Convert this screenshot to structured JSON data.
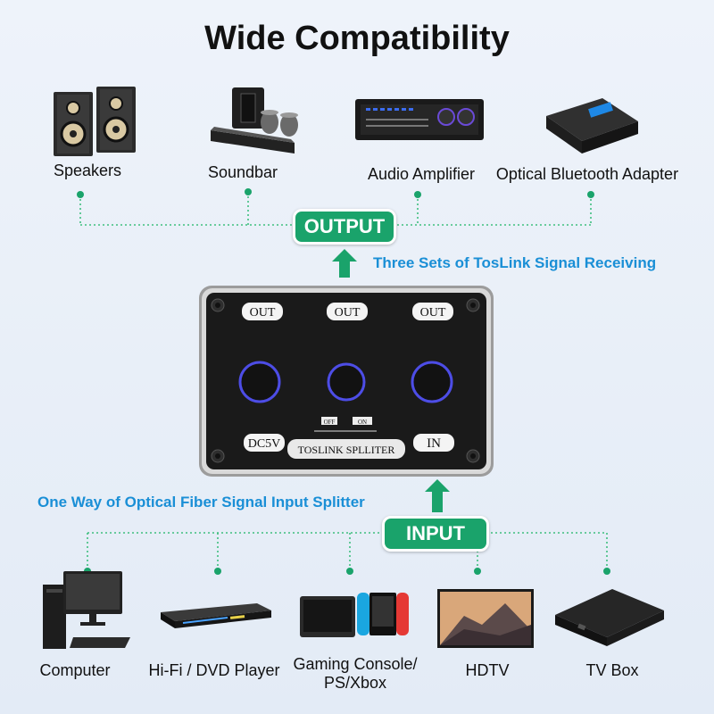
{
  "title": "Wide Compatibility",
  "output": {
    "pill": "OUTPUT",
    "caption": "Three Sets of TosLink Signal Receiving",
    "devices": [
      "Speakers",
      "Soundbar",
      "Audio Amplifier",
      "Optical Bluetooth Adapter"
    ]
  },
  "input": {
    "pill": "INPUT",
    "caption": "One Way of Optical Fiber Signal Input Splitter",
    "devices": [
      "Computer",
      "Hi-Fi / DVD Player",
      "Gaming Console/",
      "PS/Xbox",
      "HDTV",
      "TV Box"
    ]
  },
  "splitter": {
    "out_labels": [
      "OUT",
      "OUT",
      "OUT"
    ],
    "off": "OFF",
    "on": "ON",
    "dc": "DC5V",
    "name": "TOSLINK SPLLITER",
    "in": "IN"
  },
  "colors": {
    "accent_green": "#1aa36b",
    "caption_blue": "#1a8fd6",
    "line_green": "#3fbf7f"
  }
}
